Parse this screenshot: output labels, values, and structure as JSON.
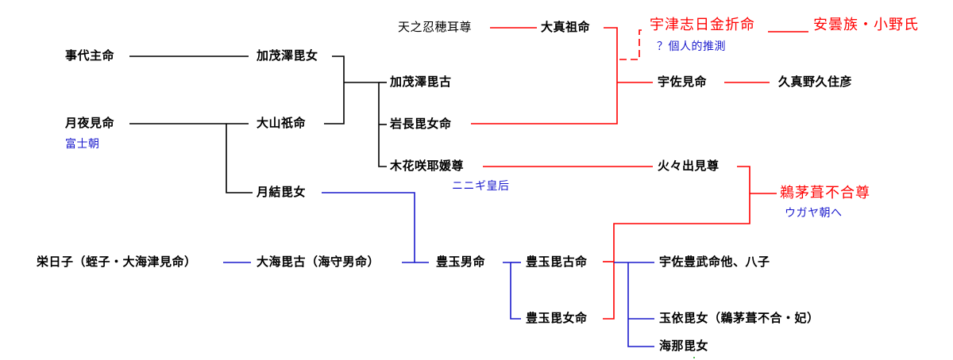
{
  "colors": {
    "black": "#000000",
    "red": "#ff0000",
    "blue": "#1a1acc"
  },
  "people": {
    "ame_oshi": "天之忍穂耳尊",
    "oo_mao": "大真祖命",
    "utsushi": "宇津志日金折命",
    "azumi": "安曇族・小野氏",
    "kotoshiro": "事代主命",
    "kamo_hime": "加茂澤毘女",
    "kamo_hiko": "加茂澤毘古",
    "usami": "宇佐見命",
    "kumano": "久真野久住彦",
    "tsukuyomi": "月夜見命",
    "oyamatsumi": "大山祇命",
    "iwanaga": "岩長毘女命",
    "konohana": "木花咲耶媛尊",
    "hohodemi": "火々出見尊",
    "ugaya": "鵜茅葺不合尊",
    "tsukiyui": "月結毘女",
    "eiko": "栄日子（蛭子・大海津見命）",
    "oumi": "大海毘古（海守男命）",
    "toyotama_o": "豊玉男命",
    "toyotama_hiko": "豊玉毘古命",
    "usa_toyotake": "宇佐豊武命他、八子",
    "toyotama_hime": "豊玉毘女命",
    "tamayori": "玉依毘女（鵜茅葺不合・妃）",
    "unaha": "海那毘女"
  },
  "notes": {
    "speculation": "？個人的推測",
    "fuji": "富士朝",
    "ninigi": "ニニギ皇后",
    "ugaya_dyn": "ウガヤ朝へ"
  }
}
